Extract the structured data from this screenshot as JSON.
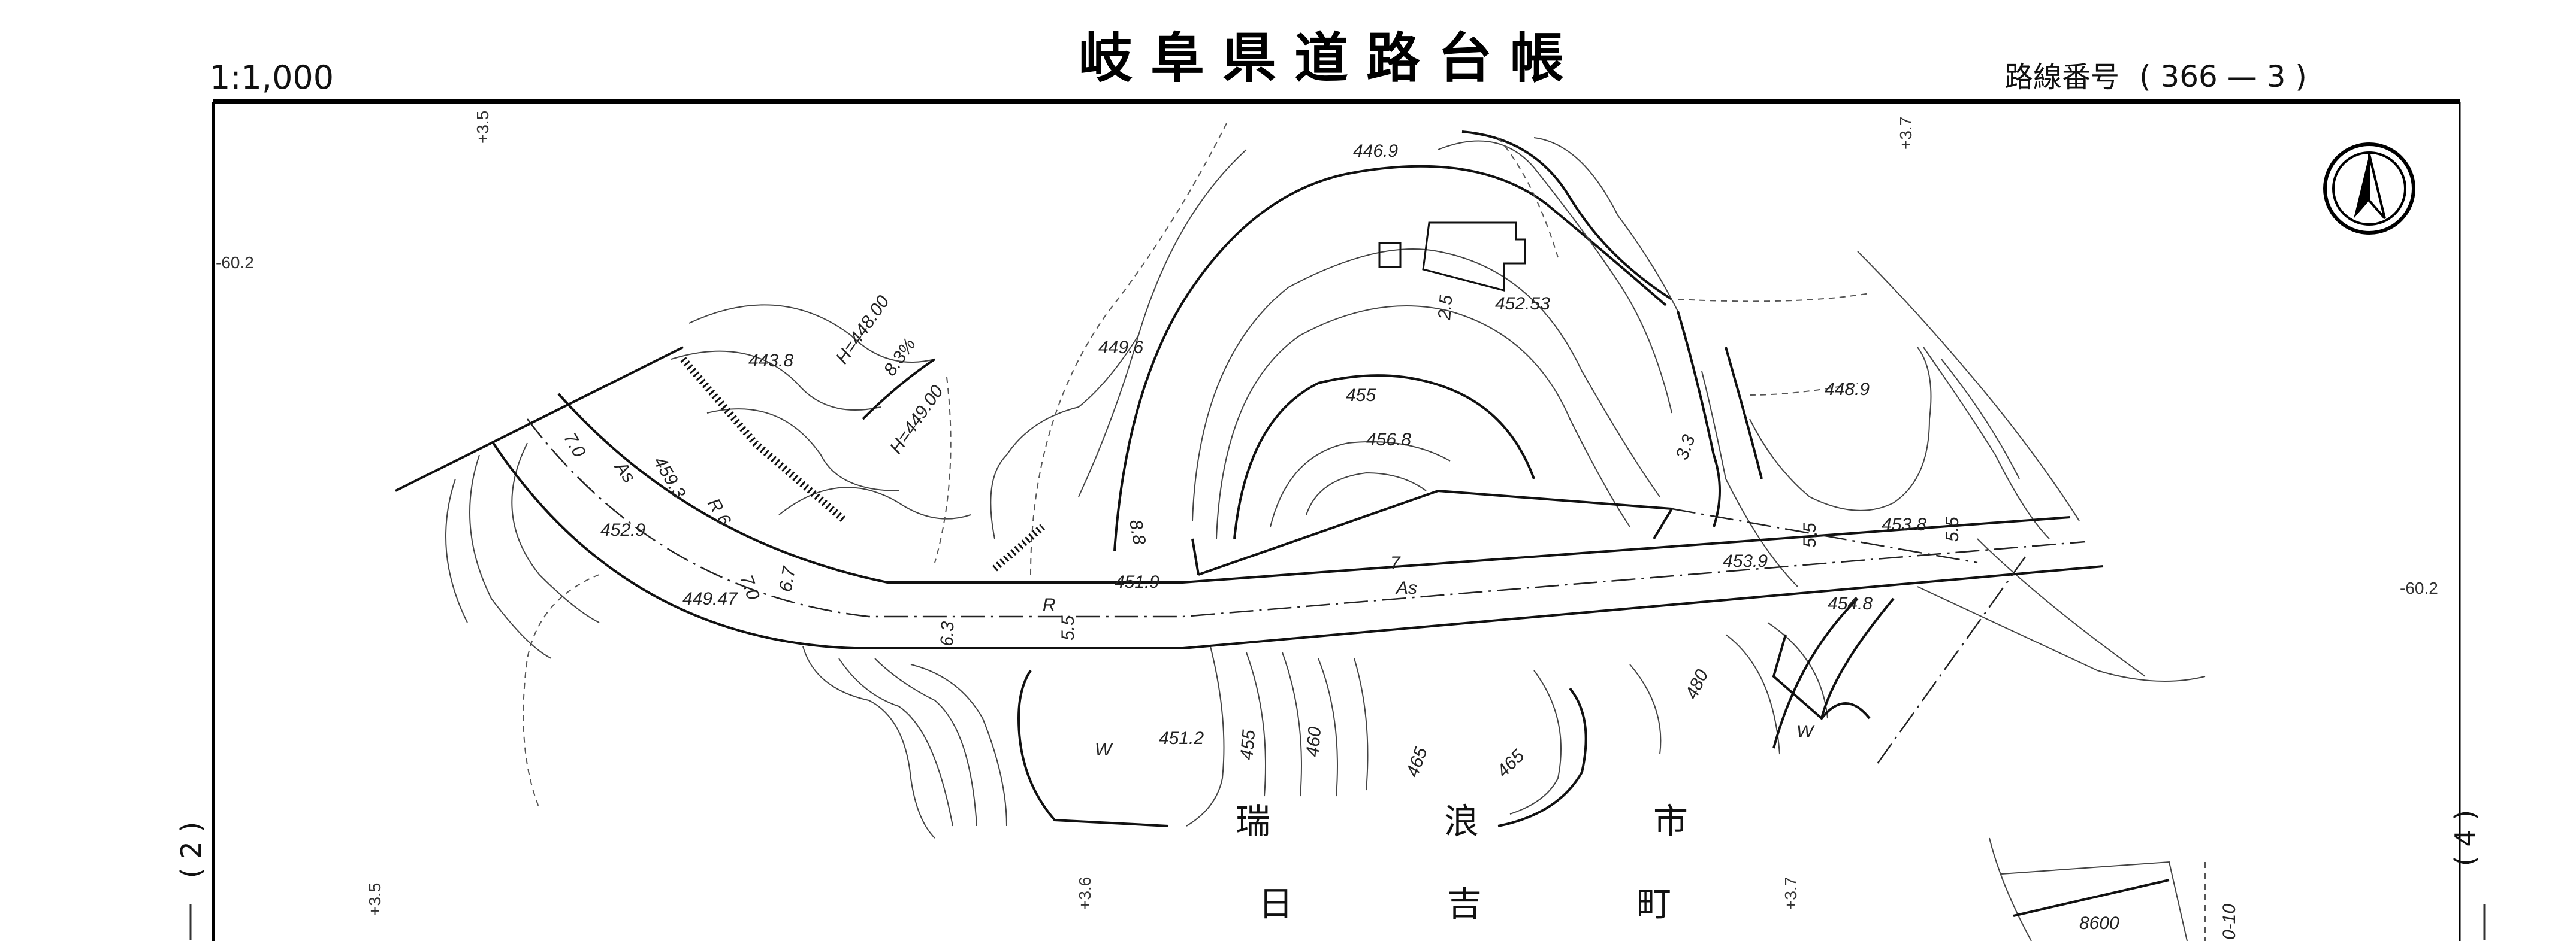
{
  "header": {
    "scale": "1:1,000",
    "title": "岐阜県道路台帳",
    "route_label": "路線番号",
    "route_number": "( 366 — 3 )"
  },
  "sheet_refs": {
    "left": "( 2 )",
    "right": "( 4 )"
  },
  "grid_marks": [
    "+3.5",
    "+3.7",
    "-60.2",
    "-60.2",
    "+3.5",
    "+3.6",
    "+3.7"
  ],
  "map_labels": {
    "elev_446_9": "446.9",
    "elev_449_6": "449.6",
    "elev_443_8": "443.8",
    "h_448": "H=448.00",
    "grade": "8.3%",
    "h_449": "H=449.00",
    "elev_452_53": "452.53",
    "elev_455": "455",
    "elev_456_8": "456.8",
    "elev_448_9": "448.9",
    "elev_453_8": "453.8",
    "elev_453_9": "453.9",
    "elev_454_8": "454.8",
    "elev_451_9": "451.9",
    "elev_452_9": "452.9",
    "elev_449_47": "449.47",
    "elev_459_3": "459.3",
    "elev_451_2": "451.2",
    "surface_as_1": "As",
    "surface_as_2": "As",
    "width_7": "7",
    "width_7_0a": "7.0",
    "width_7_0b": "7.0",
    "width_6_7": "6.7",
    "width_6_3": "6.3",
    "width_5_5a": "5.5",
    "width_5_5b": "5.5",
    "width_5_5c": "5.5",
    "width_2_5": "2.5",
    "width_8_8": "8.8",
    "width_3_3": "3.3",
    "radius_r6": "R 6",
    "radius_r5": "R",
    "contour_455": "455",
    "contour_460": "460",
    "contour_465a": "465",
    "contour_465b": "465",
    "contour_480": "480",
    "water_1": "W",
    "water_2": "W",
    "elev_8600": "8600",
    "ref_0_10": "0-10"
  },
  "places": {
    "city": [
      "瑞",
      "浪",
      "市"
    ],
    "town": [
      "日",
      "吉",
      "町"
    ]
  }
}
